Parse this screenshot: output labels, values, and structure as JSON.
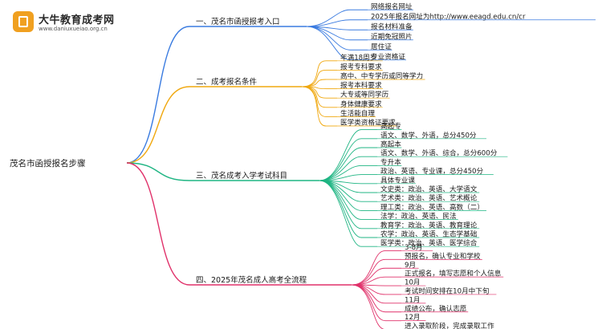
{
  "logo": {
    "title": "大牛教育成考网",
    "url": "www.daniuxueiao.org.cn"
  },
  "root": "茂名市函授报名步骤",
  "branches": [
    {
      "label": "一、茂名市函授报考入口",
      "color": "#3a7be0",
      "children": [
        "网络报名网址",
        "2025年报名网址为http://www.eeagd.edu.cn/cr",
        "报名材料准备",
        "近期免冠照片",
        "居住证",
        "专业资格证"
      ]
    },
    {
      "label": "二、成考报名条件",
      "color": "#f0a80f",
      "children": [
        "年满18周岁",
        "报考专科要求",
        "高中、中专学历或同等学力",
        "报考本科要求",
        "大专或等同学历",
        "身体健康要求",
        "生活能自理",
        "医学类资格证要求"
      ]
    },
    {
      "label": "三、茂名成考入学考试科目",
      "color": "#1fb583",
      "children": [
        "高起专",
        "语文、数学、外语，总分450分",
        "高起本",
        "语文、数学、外语、综合，总分600分",
        "专升本",
        "政治、英语、专业课，总分450分",
        "具体专业课",
        "文史类：政治、英语、大学语文",
        "艺术类：政治、英语、艺术概论",
        "理工类：政治、英语、高数（二）",
        "法学：政治、英语、民法",
        "教育学：政治、英语、教育理论",
        "农学：政治、英语、生态学基础",
        "医学类：政治、英语、医学综合"
      ]
    },
    {
      "label": "四、2025年茂名成人高考全流程",
      "color": "#e0316a",
      "children": [
        "3-8月",
        "预报名，确认专业和学校",
        "9月",
        "正式报名，填写志愿和个人信息",
        "10月",
        "考试时间安排在10月中下旬",
        "11月",
        "成绩公布，确认志愿",
        "12月",
        "进入录取阶段，完成录取工作"
      ]
    }
  ]
}
